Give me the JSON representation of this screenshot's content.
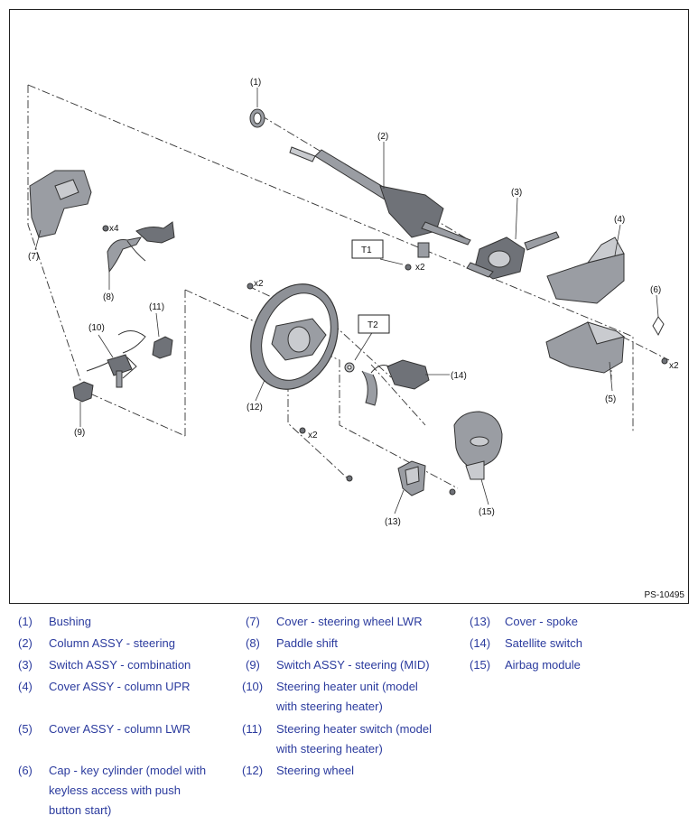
{
  "figure_id": "PS-10495",
  "callouts": [
    "(1)",
    "(2)",
    "(3)",
    "(4)",
    "(5)",
    "(6)",
    "(7)",
    "(8)",
    "(9)",
    "(10)",
    "(11)",
    "(12)",
    "(13)",
    "(14)",
    "(15)"
  ],
  "torque_labels": [
    "T1",
    "T2"
  ],
  "quantity_marks": [
    "x4",
    "x2",
    "x2",
    "x2",
    "x2"
  ],
  "legend": [
    {
      "num": "(1)",
      "text": "Bushing"
    },
    {
      "num": "(2)",
      "text": "Column ASSY - steering"
    },
    {
      "num": "(3)",
      "text": "Switch ASSY - combination"
    },
    {
      "num": "(4)",
      "text": "Cover ASSY - column UPR"
    },
    {
      "num": "(5)",
      "text": "Cover ASSY - column LWR"
    },
    {
      "num": "(6)",
      "text": "Cap - key cylinder (model with",
      "text2": "keyless access with push",
      "text3": "button start)"
    },
    {
      "num": "(7)",
      "text": "Cover - steering wheel LWR"
    },
    {
      "num": "(8)",
      "text": "Paddle shift"
    },
    {
      "num": "(9)",
      "text": "Switch ASSY - steering (MID)"
    },
    {
      "num": "(10)",
      "text": "Steering heater unit (model",
      "text2": "with steering heater)"
    },
    {
      "num": "(11)",
      "text": "Steering heater switch (model",
      "text2": "with steering heater)"
    },
    {
      "num": "(12)",
      "text": "Steering wheel"
    },
    {
      "num": "(13)",
      "text": "Cover - spoke"
    },
    {
      "num": "(14)",
      "text": "Satellite switch"
    },
    {
      "num": "(15)",
      "text": "Airbag module"
    }
  ]
}
